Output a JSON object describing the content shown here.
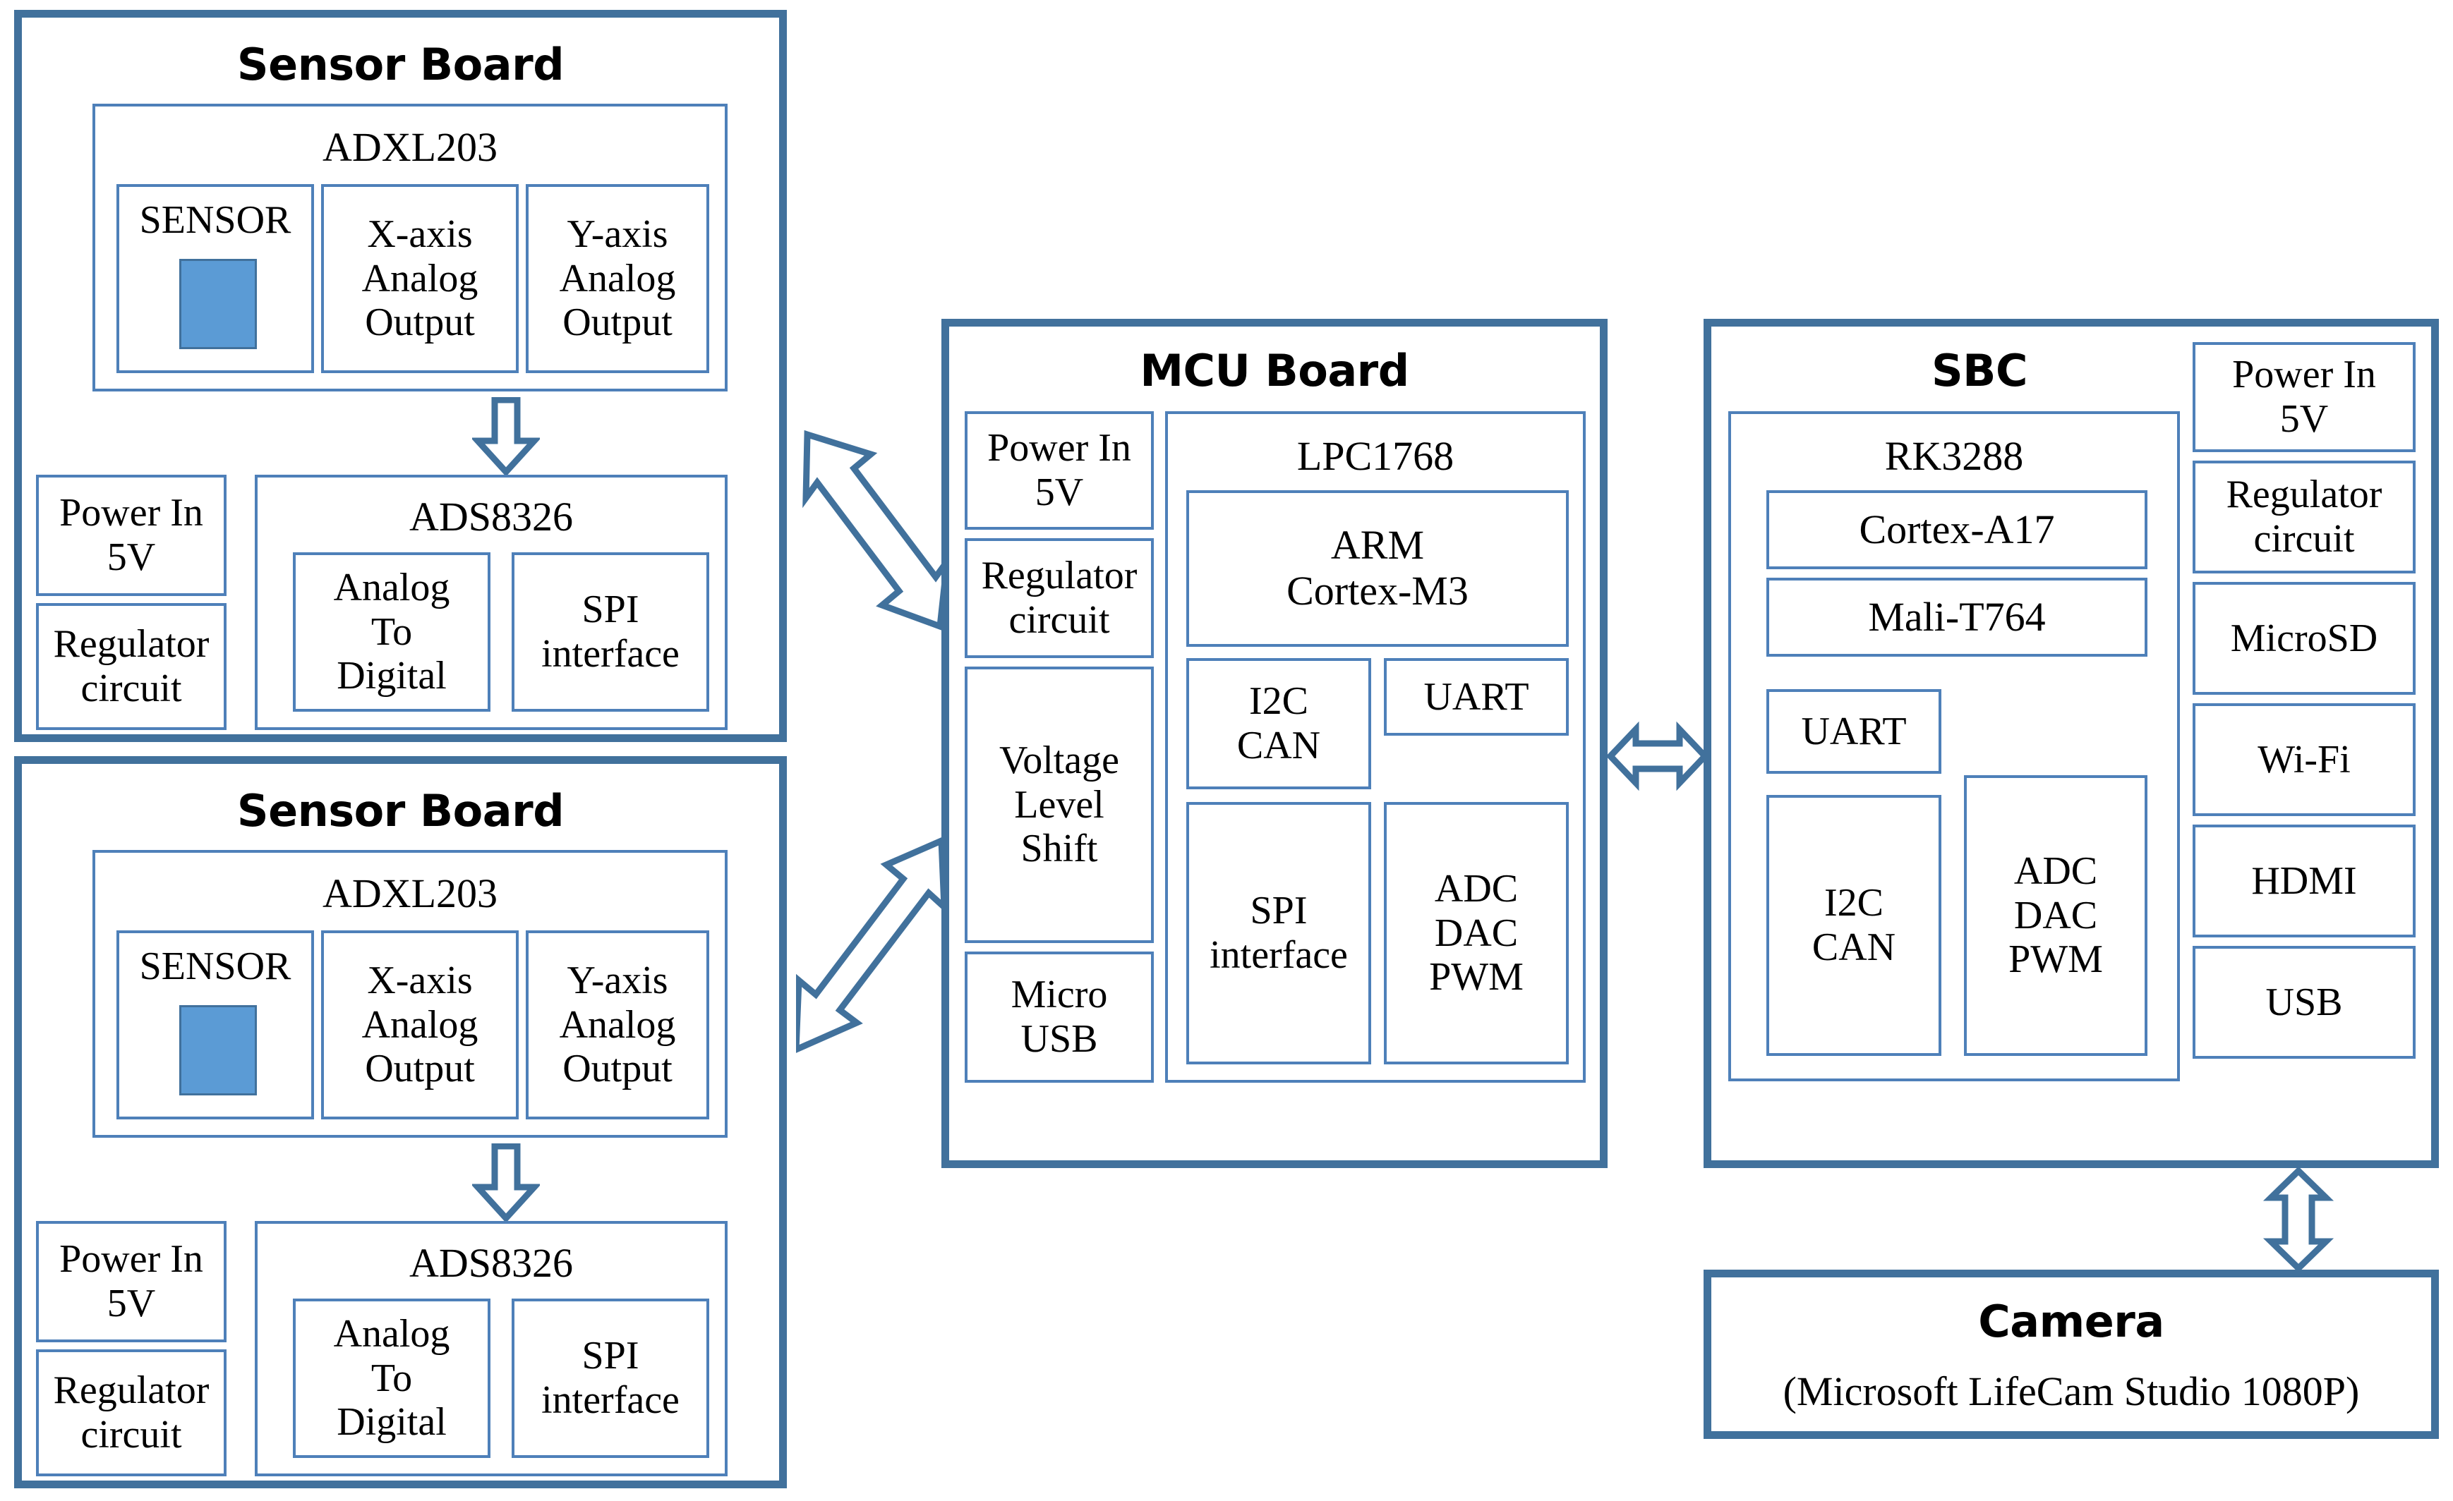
{
  "diagram": {
    "title_font_color": "#000000",
    "accent_border": "#41719C",
    "inner_border": "#4E80B9",
    "chip_fill": "#5B9BD5"
  },
  "sensor_board_1": {
    "title": "Sensor Board",
    "adxl": {
      "title": "ADXL203",
      "sensor_label": "SENSOR",
      "chip_icon": "sensor-chip-icon",
      "x_axis": "X-axis\nAnalog\nOutput",
      "x_axis_lines": [
        "X-axis",
        "Analog",
        "Output"
      ],
      "y_axis_lines": [
        "Y-axis",
        "Analog",
        "Output"
      ]
    },
    "power_in": "Power In\n5V",
    "power_in_lines": [
      "Power In",
      "5V"
    ],
    "regulator_lines": [
      "Regulator",
      "circuit"
    ],
    "ads": {
      "title": "ADS8326",
      "adc_lines": [
        "Analog",
        "To",
        "Digital"
      ],
      "spi_lines": [
        "SPI",
        "interface"
      ]
    },
    "down_arrow": "down-arrow-icon"
  },
  "sensor_board_2": {
    "title": "Sensor Board",
    "adxl": {
      "title": "ADXL203",
      "sensor_label": "SENSOR",
      "chip_icon": "sensor-chip-icon",
      "x_axis_lines": [
        "X-axis",
        "Analog",
        "Output"
      ],
      "y_axis_lines": [
        "Y-axis",
        "Analog",
        "Output"
      ]
    },
    "power_in_lines": [
      "Power In",
      "5V"
    ],
    "regulator_lines": [
      "Regulator",
      "circuit"
    ],
    "ads": {
      "title": "ADS8326",
      "adc_lines": [
        "Analog",
        "To",
        "Digital"
      ],
      "spi_lines": [
        "SPI",
        "interface"
      ]
    },
    "down_arrow": "down-arrow-icon"
  },
  "mcu_board": {
    "title": "MCU Board",
    "left_column": [
      {
        "name": "power-in",
        "lines": [
          "Power In",
          "5V"
        ]
      },
      {
        "name": "regulator-circuit",
        "lines": [
          "Regulator",
          "circuit"
        ]
      },
      {
        "name": "voltage-level-shift",
        "lines": [
          "Voltage",
          "Level",
          "Shift"
        ]
      },
      {
        "name": "micro-usb",
        "lines": [
          "Micro",
          "USB"
        ]
      }
    ],
    "lpc": {
      "title": "LPC1768",
      "arm_lines": [
        "ARM",
        "Cortex-M3"
      ],
      "i2c_can_lines": [
        "I2C",
        "CAN"
      ],
      "uart_lines": [
        "UART"
      ],
      "spi_lines": [
        "SPI",
        "interface"
      ],
      "adc_lines": [
        "ADC",
        "DAC",
        "PWM"
      ]
    }
  },
  "sbc_board": {
    "title": "SBC",
    "rk": {
      "title": "RK3288",
      "cortex_a17": "Cortex-A17",
      "mali": "Mali-T764",
      "uart": "UART",
      "i2c_can_lines": [
        "I2C",
        "CAN"
      ],
      "adc_lines": [
        "ADC",
        "DAC",
        "PWM"
      ]
    },
    "right_column": [
      {
        "name": "power-in",
        "lines": [
          "Power In",
          "5V"
        ]
      },
      {
        "name": "regulator-circuit",
        "lines": [
          "Regulator",
          "circuit"
        ]
      },
      {
        "name": "microsd",
        "lines": [
          "MicroSD"
        ]
      },
      {
        "name": "wifi",
        "lines": [
          "Wi-Fi"
        ]
      },
      {
        "name": "hdmi",
        "lines": [
          "HDMI"
        ]
      },
      {
        "name": "usb",
        "lines": [
          "USB"
        ]
      }
    ]
  },
  "camera_board": {
    "title": "Camera",
    "subtitle": "(Microsoft LifeCam Studio 1080P)"
  },
  "connectors": {
    "sensor1_to_mcu": "bidirectional-diagonal-arrow-icon",
    "sensor2_to_mcu": "bidirectional-diagonal-arrow-icon",
    "mcu_to_sbc": "bidirectional-horizontal-arrow-icon",
    "sbc_to_camera": "bidirectional-vertical-arrow-icon"
  }
}
